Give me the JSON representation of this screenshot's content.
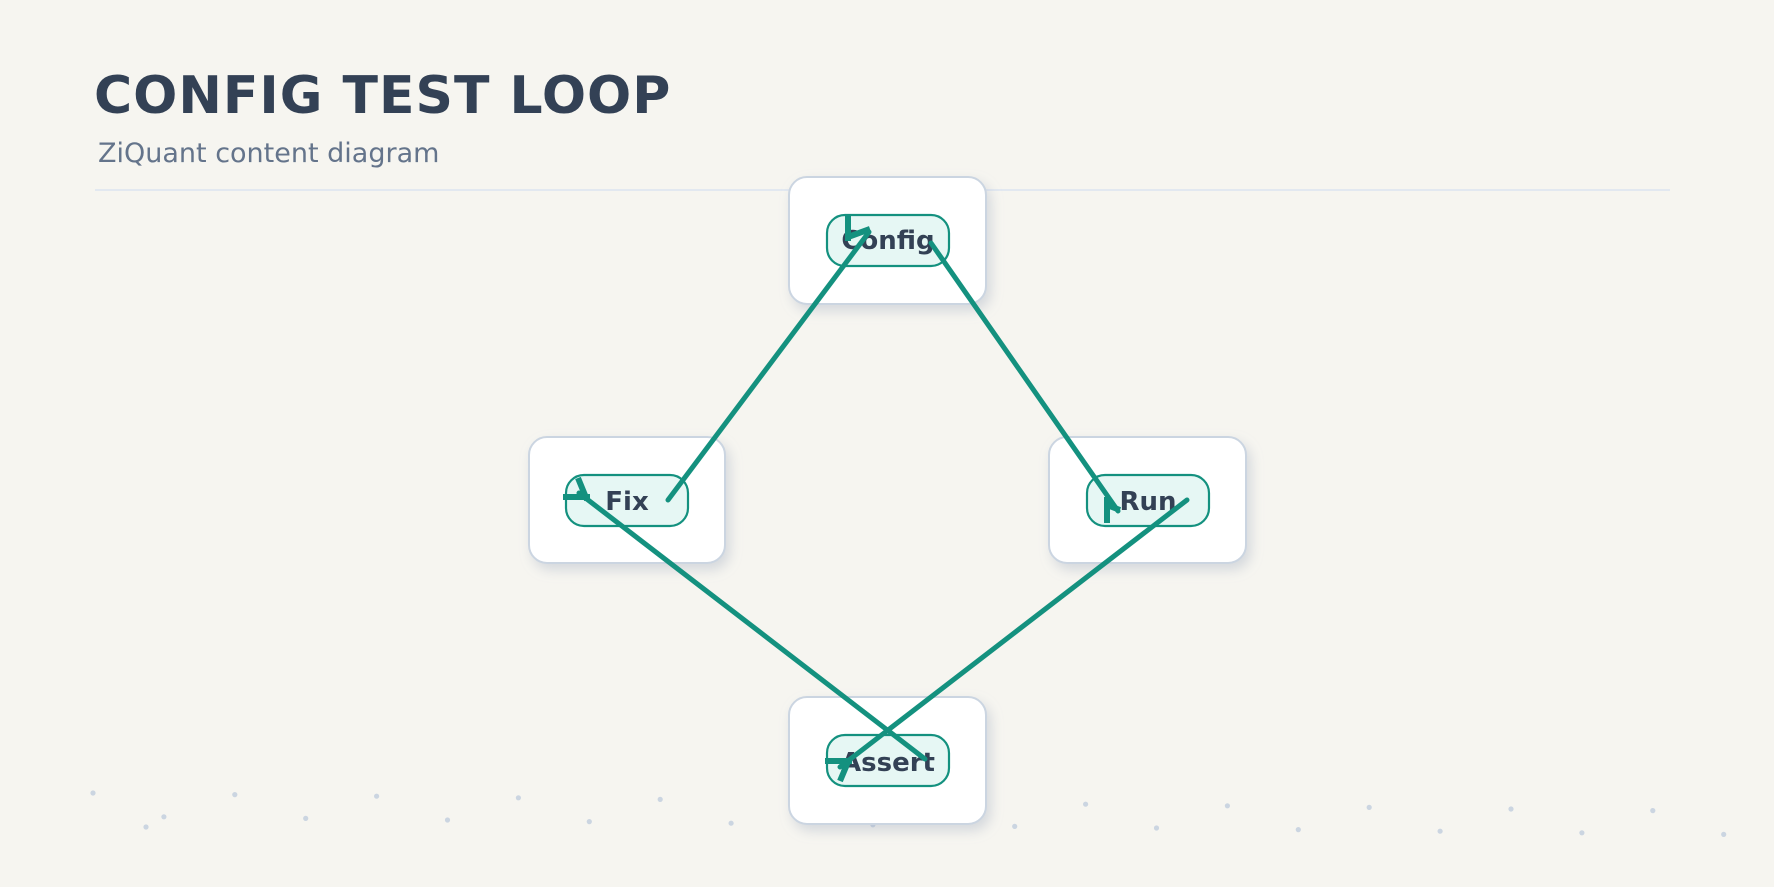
{
  "title": "CONFIG TEST LOOP",
  "subtitle": "ZiQuant content diagram",
  "colors": {
    "background": "#f6f5f0",
    "accent": "#14917f",
    "title": "#334155",
    "subtitle": "#64748b",
    "card_border": "#cbd5e1"
  },
  "nodes": [
    {
      "id": "config",
      "label": "Config"
    },
    {
      "id": "run",
      "label": "Run"
    },
    {
      "id": "assert",
      "label": "Assert"
    },
    {
      "id": "fix",
      "label": "Fix"
    }
  ],
  "edges": [
    {
      "from": "config",
      "to": "run"
    },
    {
      "from": "run",
      "to": "assert"
    },
    {
      "from": "assert",
      "to": "fix"
    },
    {
      "from": "fix",
      "to": "config"
    }
  ]
}
